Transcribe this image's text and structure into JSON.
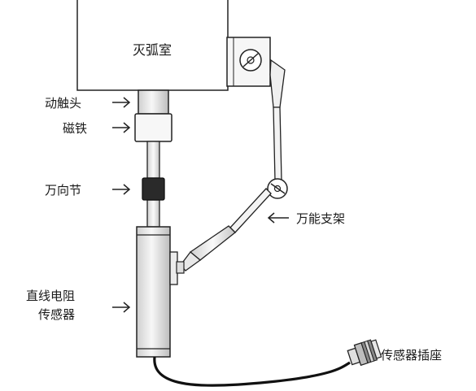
{
  "labels": {
    "chamber": "灭弧室",
    "moving_contact": "动触头",
    "magnet": "磁铁",
    "universal_joint": "万向节",
    "universal_bracket": "万能支架",
    "sensor_line1": "直线电阻",
    "sensor_line2": "传感器",
    "sensor_socket": "传感器插座"
  },
  "colors": {
    "stroke": "#222222",
    "part_fill": "#f4f4f4",
    "shade": "#d9d9d9",
    "joint": "#2a2a2a"
  }
}
